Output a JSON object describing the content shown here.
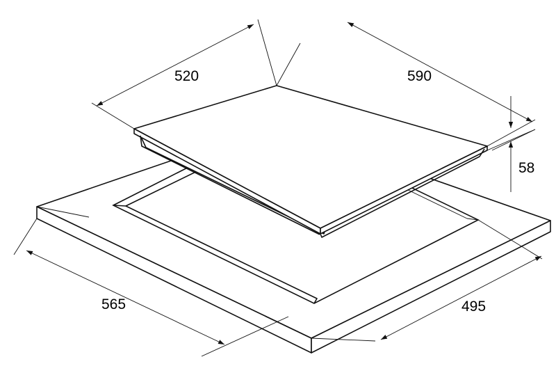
{
  "dimensions": {
    "hob_depth": "520",
    "hob_width": "590",
    "hob_height": "58",
    "cutout_width": "565",
    "cutout_depth": "495"
  }
}
